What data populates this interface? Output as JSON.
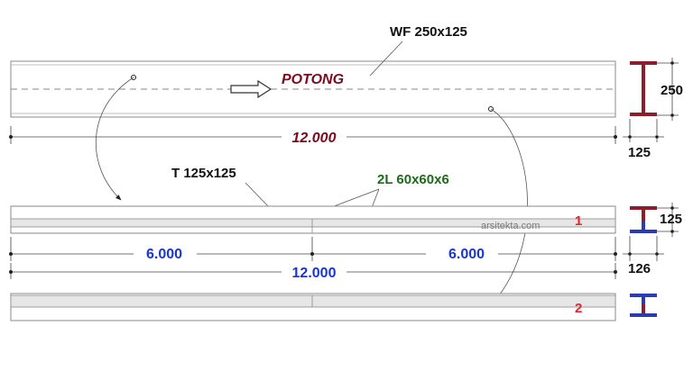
{
  "labels": {
    "wf_profile": "WF 250x125",
    "cut_text": "POTONG",
    "t_profile": "T 125x125",
    "angle_profile": "2L 60x60x6",
    "watermark": "arsitekta.com"
  },
  "dimensions": {
    "total_top": "12.000",
    "half_left": "6.000",
    "half_right": "6.000",
    "total_bottom": "12.000",
    "wf_height": "250",
    "wf_width": "125",
    "t_height": "125",
    "t_width": "126"
  },
  "markers": {
    "row1": "1",
    "row2": "2"
  },
  "colors": {
    "dim_red": "#7a0a1e",
    "dim_blue": "#1a35d6",
    "marker_red": "#e0262b",
    "label_green": "#1f6a1a",
    "section_red": "#8c1d2c",
    "section_blue": "#2b3bb0"
  }
}
